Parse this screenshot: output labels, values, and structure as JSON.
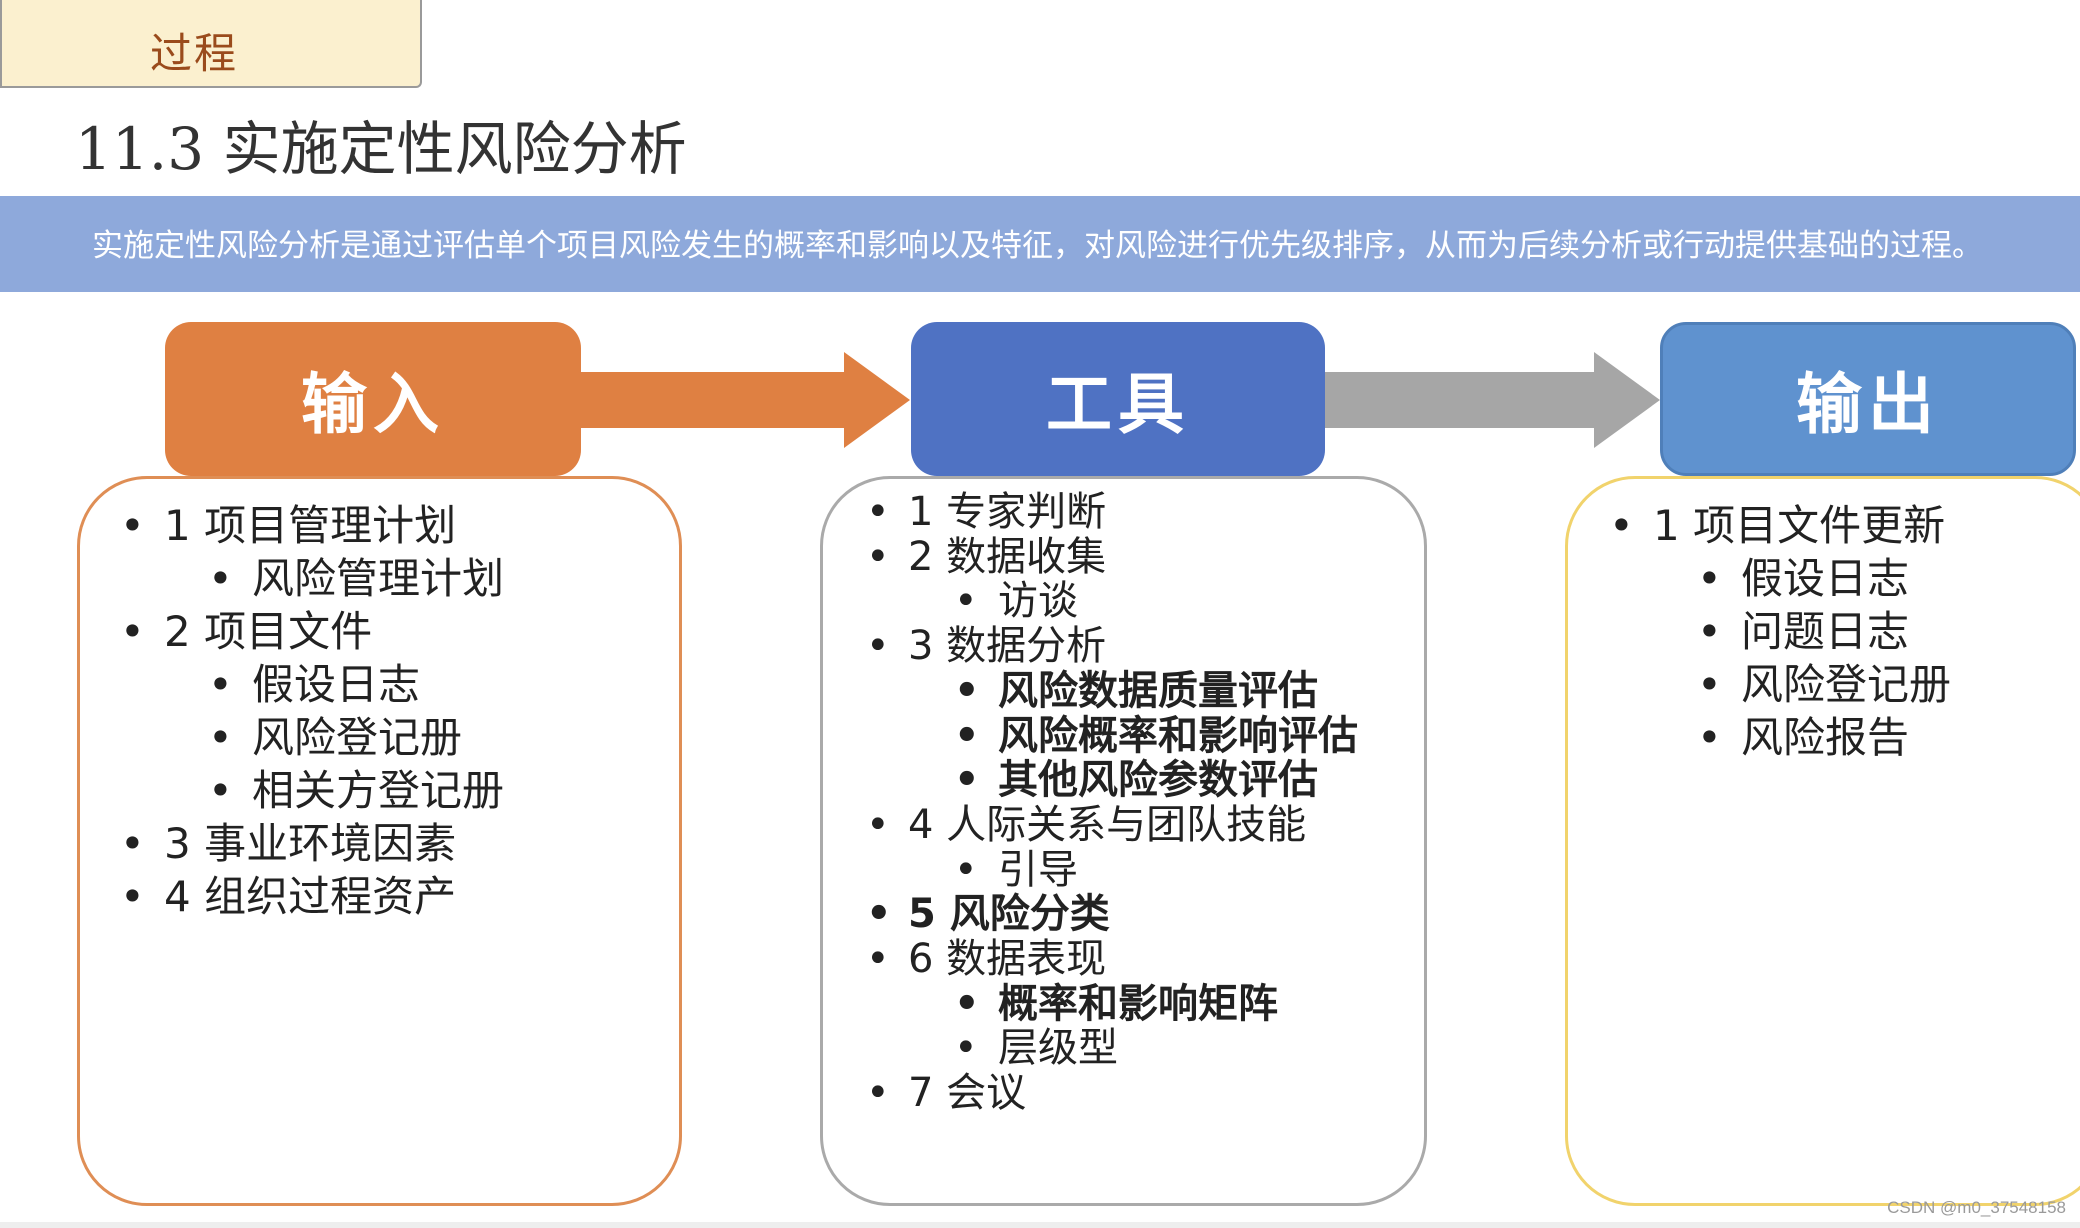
{
  "header": {
    "process_label": "过程",
    "title": "11.3  实施定性风险分析",
    "banner_text": "实施定性风险分析是通过评估单个项目风险发生的概率和影响以及特征，对风险进行优先级排序，从而为后续分析或行动提供基础的过程。"
  },
  "colors": {
    "input": "#df8042",
    "tools": "#4f72c3",
    "output": "#5f92cf",
    "arrow_gray": "#a6a6a6",
    "banner": "#8ea9db"
  },
  "columns": {
    "input": {
      "title": "输入",
      "items": [
        {
          "text": "1 项目管理计划",
          "level": 1,
          "bold": false
        },
        {
          "text": "风险管理计划",
          "level": 2,
          "bold": false
        },
        {
          "text": "2 项目文件",
          "level": 1,
          "bold": false
        },
        {
          "text": "假设日志",
          "level": 2,
          "bold": false
        },
        {
          "text": "风险登记册",
          "level": 2,
          "bold": false
        },
        {
          "text": "相关方登记册",
          "level": 2,
          "bold": false
        },
        {
          "text": "3 事业环境因素",
          "level": 1,
          "bold": false
        },
        {
          "text": "4 组织过程资产",
          "level": 1,
          "bold": false
        }
      ]
    },
    "tools": {
      "title": "工具",
      "items": [
        {
          "text": "1 专家判断",
          "level": 1,
          "bold": false
        },
        {
          "text": "2 数据收集",
          "level": 1,
          "bold": false
        },
        {
          "text": "访谈",
          "level": 2,
          "bold": false
        },
        {
          "text": "3 数据分析",
          "level": 1,
          "bold": false
        },
        {
          "text": "风险数据质量评估",
          "level": 2,
          "bold": true
        },
        {
          "text": "风险概率和影响评估",
          "level": 2,
          "bold": true
        },
        {
          "text": "其他风险参数评估",
          "level": 2,
          "bold": true
        },
        {
          "text": "4 人际关系与团队技能",
          "level": 1,
          "bold": false
        },
        {
          "text": "引导",
          "level": 2,
          "bold": false
        },
        {
          "text": "5 风险分类",
          "level": 1,
          "bold": true
        },
        {
          "text": "6 数据表现",
          "level": 1,
          "bold": false
        },
        {
          "text": "概率和影响矩阵",
          "level": 2,
          "bold": true
        },
        {
          "text": "层级型",
          "level": 2,
          "bold": false
        },
        {
          "text": "7 会议",
          "level": 1,
          "bold": false
        }
      ]
    },
    "output": {
      "title": "输出",
      "items": [
        {
          "text": "1 项目文件更新",
          "level": 1,
          "bold": false
        },
        {
          "text": "假设日志",
          "level": 2,
          "bold": false
        },
        {
          "text": "问题日志",
          "level": 2,
          "bold": false
        },
        {
          "text": "风险登记册",
          "level": 2,
          "bold": false
        },
        {
          "text": "风险报告",
          "level": 2,
          "bold": false
        }
      ]
    }
  },
  "watermark": "CSDN @m0_37548158"
}
